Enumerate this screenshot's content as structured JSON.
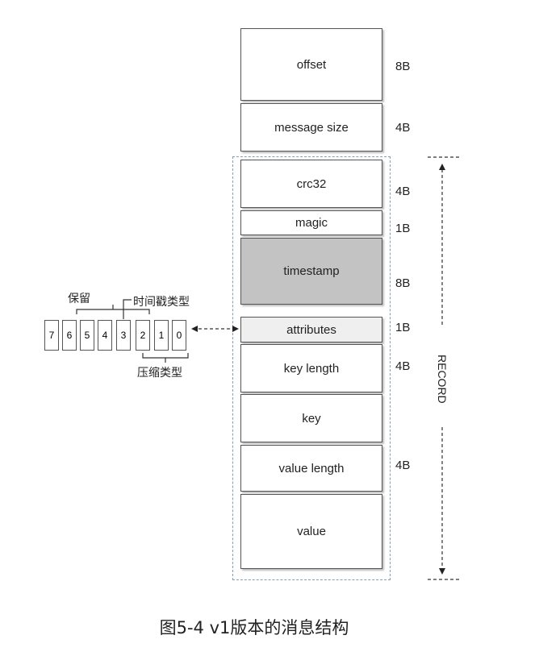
{
  "fields": [
    {
      "name": "offset",
      "size": "8B"
    },
    {
      "name": "message size",
      "size": "4B"
    },
    {
      "name": "crc32",
      "size": "4B"
    },
    {
      "name": "magic",
      "size": "1B"
    },
    {
      "name": "timestamp",
      "size": "8B"
    },
    {
      "name": "attributes",
      "size": "1B"
    },
    {
      "name": "key length",
      "size": "4B"
    },
    {
      "name": "key",
      "size": ""
    },
    {
      "name": "value length",
      "size": "4B"
    },
    {
      "name": "value",
      "size": ""
    }
  ],
  "record_label": "RECORD",
  "bits": [
    "7",
    "6",
    "5",
    "4",
    "3",
    "2",
    "1",
    "0"
  ],
  "bit_labels": {
    "reserved": "保留",
    "timestamp_type": "时间戳类型",
    "compression_type": "压缩类型"
  },
  "caption": "图5-4 v1版本的消息结构",
  "colors": {
    "timestamp": "#c3c3c3",
    "attributes": "#efefef",
    "dashed_box": "#8a9bb5"
  }
}
